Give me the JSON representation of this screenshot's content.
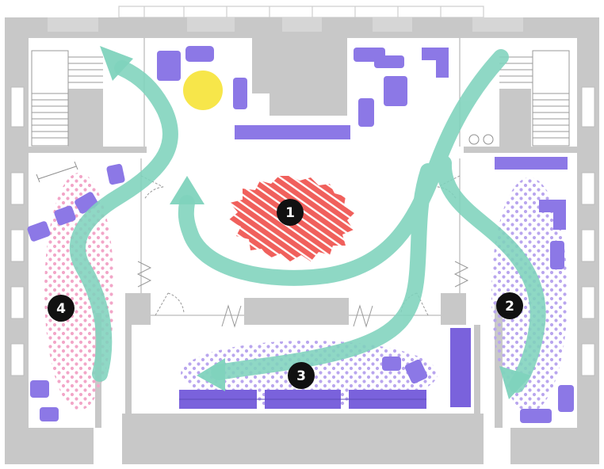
{
  "zones": [
    {
      "id": "1",
      "label": "1"
    },
    {
      "id": "2",
      "label": "2"
    },
    {
      "id": "3",
      "label": "3"
    },
    {
      "id": "4",
      "label": "4"
    }
  ],
  "colors": {
    "wall": "#c8c8c8",
    "wall_stroke": "#bdbdbd",
    "floor": "#ffffff",
    "furniture": "#8c78e6",
    "furniture_dark": "#7a62dc",
    "flow_arrow": "#7fd3bd",
    "hotspot_red": "#f0605c",
    "zone_pink_dots": "#f2a6c8",
    "zone_purple_dots": "#b9a6ee",
    "sun_yellow": "#f7e64a",
    "badge": "#111111"
  },
  "icons": {
    "flow": "curved-flow-arrow-icon",
    "zone_badge": "numbered-circle-icon",
    "door": "door-swing-icon",
    "stairs": "staircase-icon"
  }
}
